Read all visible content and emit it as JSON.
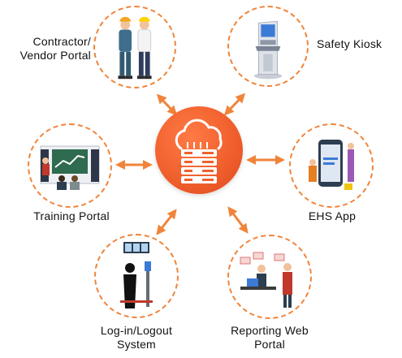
{
  "nodes": {
    "contractor": {
      "line1": "Contractor/",
      "line2": "Vendor Portal"
    },
    "kiosk": {
      "line1": "Safety Kiosk"
    },
    "training": {
      "line1": "Training Portal"
    },
    "ehs_app": {
      "line1": "EHS App"
    },
    "login": {
      "line1": "Log-in/Logout",
      "line2": "System"
    },
    "reporting": {
      "line1": "Reporting Web",
      "line2": "Portal"
    }
  },
  "colors": {
    "accent": "#f0843a",
    "hub": "#f0602d",
    "text": "#111111"
  },
  "icons": {
    "hub": "cloud-server-icon",
    "contractor": "workers-illustration",
    "kiosk": "kiosk-illustration",
    "training": "classroom-illustration",
    "ehs_app": "mobile-app-illustration",
    "login": "access-gate-illustration",
    "reporting": "office-reporting-illustration"
  }
}
